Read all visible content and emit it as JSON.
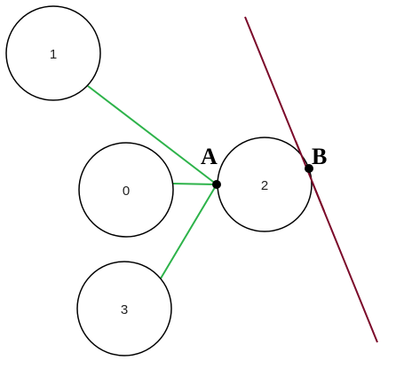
{
  "diagram": {
    "nodes": [
      {
        "id": "node-1",
        "label": "1"
      },
      {
        "id": "node-0",
        "label": "0"
      },
      {
        "id": "node-2",
        "label": "2"
      },
      {
        "id": "node-3",
        "label": "3"
      }
    ],
    "points": {
      "a_label": "A",
      "b_label": "B"
    },
    "colors": {
      "edge": "#2db34a",
      "line": "#7b0a2a",
      "circle_stroke": "#000000"
    }
  }
}
